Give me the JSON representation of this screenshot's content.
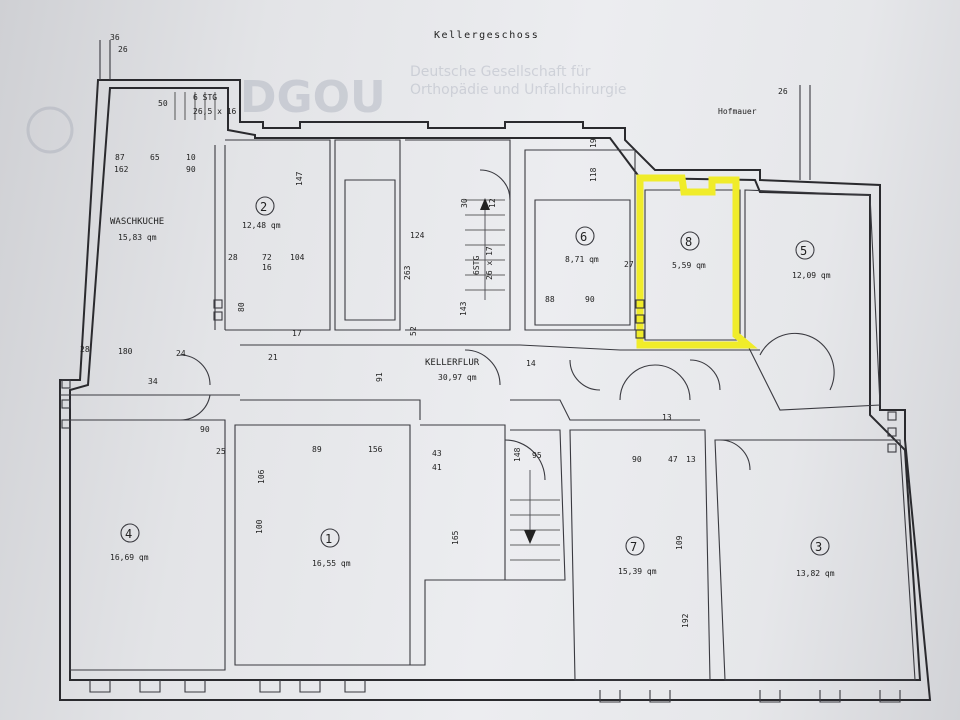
{
  "title": "Kellergeschoss",
  "watermark": {
    "logo": "DGOU",
    "lines": [
      "Deutsche Gesellschaft für",
      "Orthopädie und Unfallchirurgie"
    ]
  },
  "hofmauer": "Hofmauer",
  "highlight_color": "#f0ec2a",
  "rooms": [
    {
      "id": "waschkueche",
      "number": "",
      "name": "WASCHKUCHE",
      "area": "15,83 qm"
    },
    {
      "id": "2",
      "number": "2",
      "name": "",
      "area": "12,48 qm"
    },
    {
      "id": "6",
      "number": "6",
      "name": "",
      "area": "8,71 qm"
    },
    {
      "id": "8",
      "number": "8",
      "name": "",
      "area": "5,59 qm"
    },
    {
      "id": "5",
      "number": "5",
      "name": "",
      "area": "12,09 qm"
    },
    {
      "id": "flur",
      "number": "",
      "name": "KELLERFLUR",
      "area": "30,97 qm"
    },
    {
      "id": "4",
      "number": "4",
      "name": "",
      "area": "16,69 qm"
    },
    {
      "id": "1",
      "number": "1",
      "name": "",
      "area": "16,55 qm"
    },
    {
      "id": "7",
      "number": "7",
      "name": "",
      "area": "15,39 qm"
    },
    {
      "id": "3",
      "number": "3",
      "name": "",
      "area": "13,82 qm"
    }
  ],
  "stairs": [
    {
      "id": "top-left",
      "label": "6 STG",
      "size": "26,5 x 16"
    },
    {
      "id": "center",
      "label": "6STG",
      "size": "26 x 17"
    }
  ],
  "dimensions": [
    "36",
    "26",
    "50",
    "87",
    "65",
    "10",
    "162",
    "90",
    "147",
    "28",
    "72",
    "104",
    "16",
    "124",
    "263",
    "30",
    "12",
    "27",
    "88",
    "90",
    "80",
    "118",
    "19",
    "28",
    "180",
    "91",
    "14",
    "52",
    "143",
    "17",
    "34",
    "21",
    "24",
    "25",
    "90",
    "89",
    "156",
    "106",
    "100",
    "43",
    "41",
    "165",
    "148",
    "95",
    "90",
    "47",
    "13",
    "109",
    "192",
    "13",
    "26"
  ]
}
